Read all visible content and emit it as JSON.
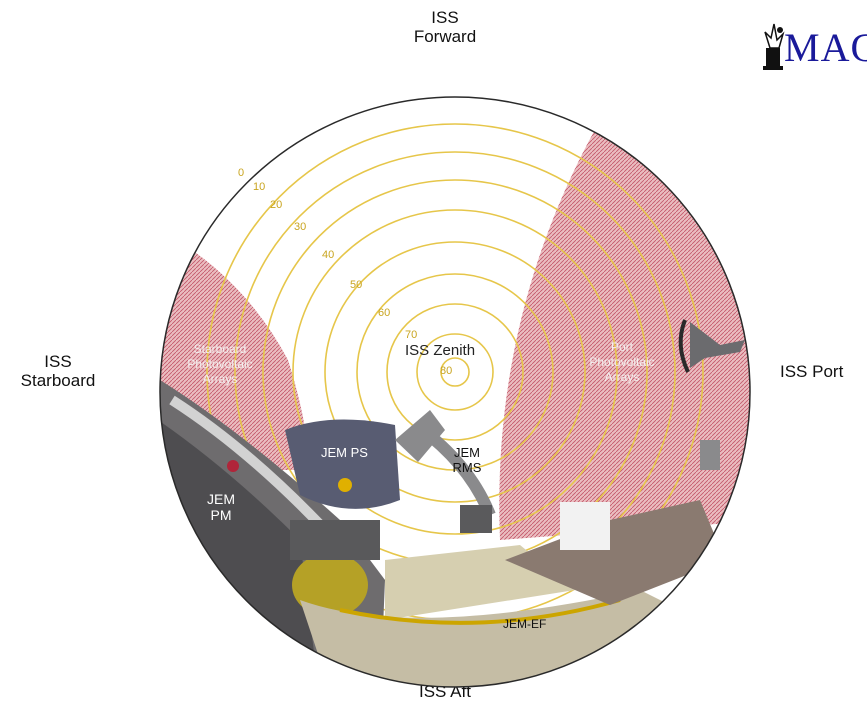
{
  "directions": {
    "forward_line1": "ISS",
    "forward_line2": "Forward",
    "aft": "ISS Aft",
    "starboard_line1": "ISS",
    "starboard_line2": "Starboard",
    "port": "ISS Port"
  },
  "logo": {
    "text": "MAG",
    "icon": "magician-hat-icon"
  },
  "zenith_label": "ISS Zenith",
  "elevation_ticks": [
    "0",
    "10",
    "20",
    "30",
    "40",
    "50",
    "60",
    "70",
    "80"
  ],
  "regions": {
    "starboard_pv": [
      "Starboard",
      "Photovoltaic",
      "Arrays"
    ],
    "port_pv": [
      "Port",
      "Photovoltaic",
      "Arrays"
    ]
  },
  "modules": {
    "jem_ps": "JEM PS",
    "jem_rms": [
      "JEM",
      "RMS"
    ],
    "jem_pm": [
      "JEM",
      "PM"
    ],
    "jem_ef": "JEM-EF"
  },
  "colors": {
    "ring": "#e6c64a",
    "pv_overlay": "#d9868c",
    "hardware": "#6e6c6e",
    "circle_outline": "#2a2a2a"
  }
}
